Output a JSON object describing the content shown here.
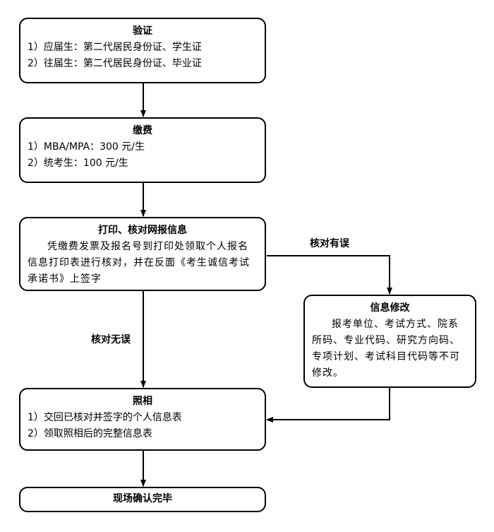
{
  "nodes": {
    "verify": {
      "title": "验证",
      "lines": [
        "1）应届生：第二代居民身份证、学生证",
        "2）往届生：第二代居民身份证、毕业证"
      ]
    },
    "payment": {
      "title": "缴费",
      "lines": [
        "1）MBA/MPA：300 元/生",
        "2）统考生：100 元/生"
      ]
    },
    "print_check": {
      "title": "打印、核对网报信息",
      "text": "凭缴费发票及报名号到打印处领取个人报名信息打印表进行核对，并在反面《考生诚信考试承诺书》上签字"
    },
    "modify": {
      "title": "信息修改",
      "text": "报考单位、考试方式、院系所码、专业代码、研究方向码、专项计划、考试科目代码等不可修改。"
    },
    "photo": {
      "title": "照相",
      "lines": [
        "1）交回已核对并签字的个人信息表",
        "2）领取照相后的完整信息表"
      ]
    },
    "done": {
      "title": "现场确认完毕"
    }
  },
  "edges": {
    "has_error": "核对有误",
    "no_error": "核对无误"
  }
}
